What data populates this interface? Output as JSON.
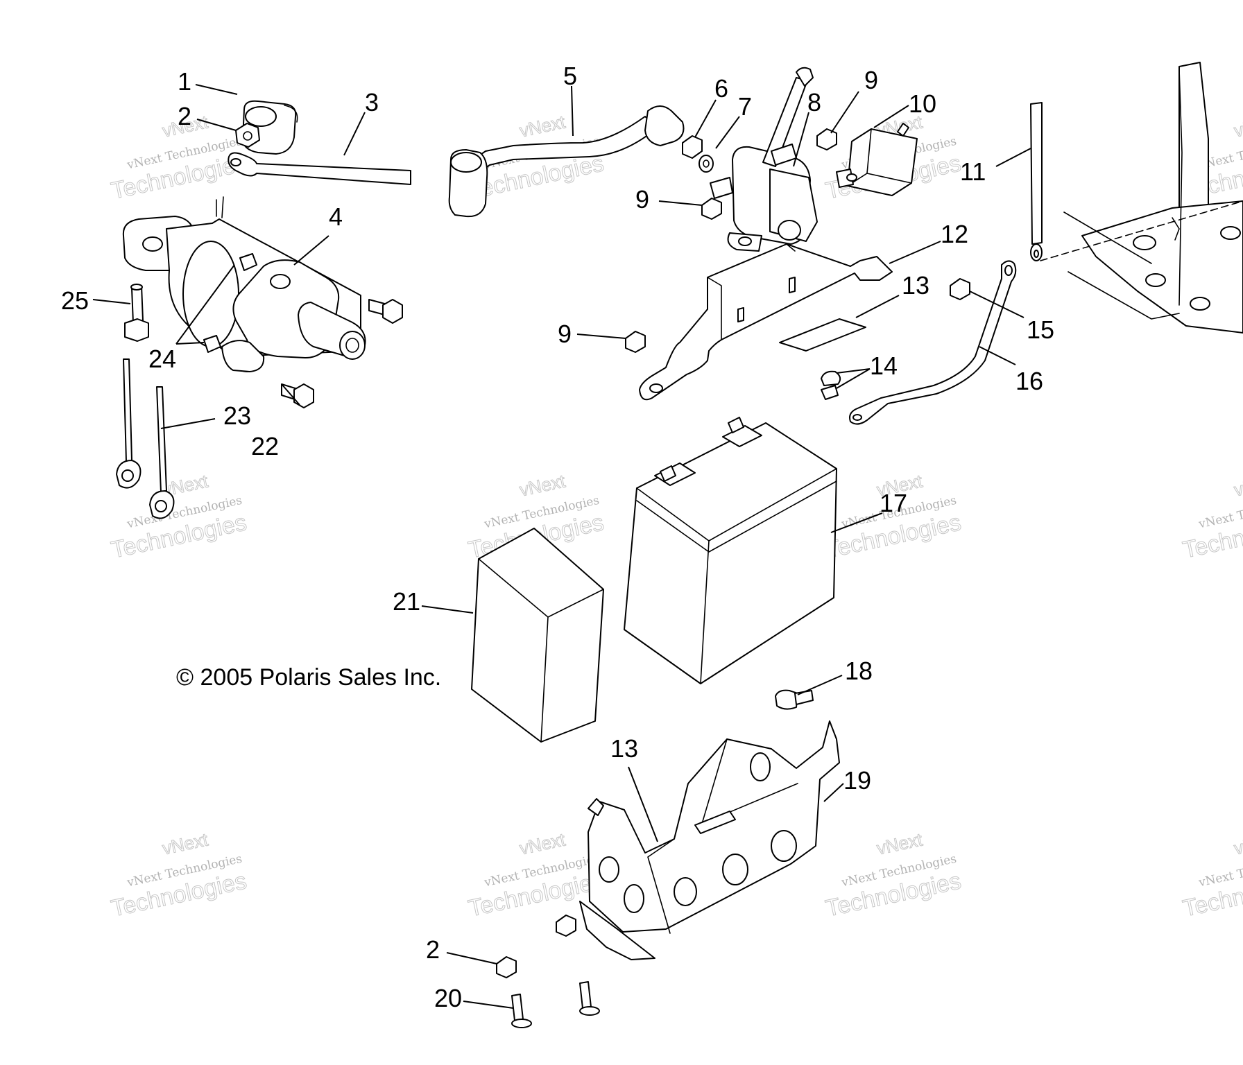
{
  "copyright": "© 2005 Polaris Sales Inc.",
  "watermark": {
    "line_small": "vNext Technologies",
    "line_top": "vNext",
    "line_big": "Technologies"
  },
  "callouts": [
    "1",
    "2",
    "3",
    "4",
    "5",
    "6",
    "7",
    "8",
    "9",
    "9",
    "9",
    "10",
    "11",
    "12",
    "13",
    "13",
    "14",
    "15",
    "16",
    "17",
    "18",
    "19",
    "2",
    "20",
    "21",
    "22",
    "23",
    "24",
    "25"
  ]
}
